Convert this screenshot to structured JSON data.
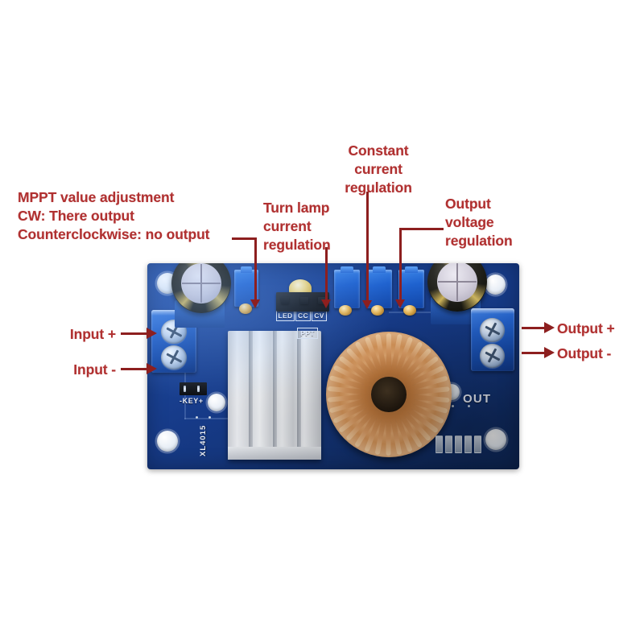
{
  "image": {
    "subject": "XL4015 / XL4016 DC-DC buck converter MPPT solar charging module",
    "background_color": "#ffffff",
    "annotation_color": "#b03030",
    "board_color": "#16408f"
  },
  "annotations": [
    {
      "id": "mppt",
      "text": "MPPT value adjustment\nCW: There output\nCounterclockwise: no output",
      "align": "left"
    },
    {
      "id": "turn-lamp",
      "text": "Turn lamp\ncurrent\nregulation",
      "align": "left"
    },
    {
      "id": "constant-current",
      "text": "Constant\ncurrent\nregulation",
      "align": "center"
    },
    {
      "id": "output-voltage",
      "text": "Output\nvoltage\nregulation",
      "align": "left"
    },
    {
      "id": "input-plus",
      "text": "Input +",
      "align": "right"
    },
    {
      "id": "input-minus",
      "text": "Input -",
      "align": "right"
    },
    {
      "id": "output-plus",
      "text": "Output +",
      "align": "left"
    },
    {
      "id": "output-minus",
      "text": "Output -",
      "align": "left"
    }
  ],
  "board_silkscreen": {
    "out_label": "OUT",
    "key_label": "-KEY+",
    "led_label": "LED",
    "cc_label": "CC",
    "cv_label": "CV",
    "mppt_label": "PPT",
    "side_text": "XL4015"
  }
}
